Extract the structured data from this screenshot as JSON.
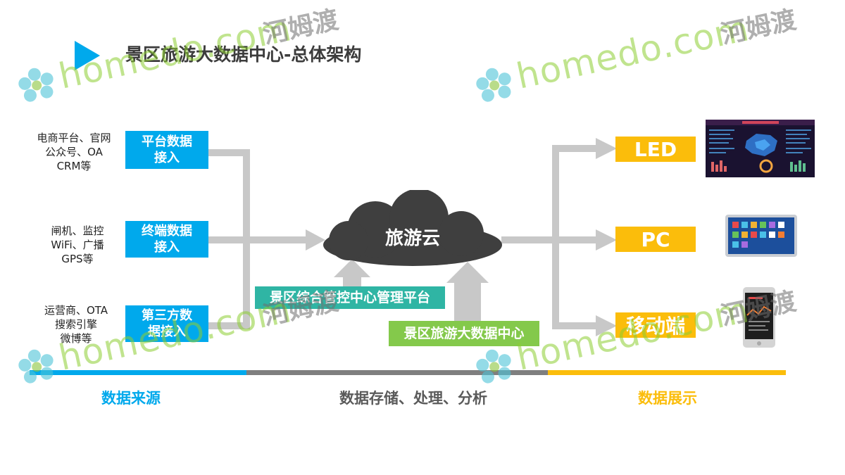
{
  "title": "景区旅游大数据中心-总体架构",
  "sources": [
    {
      "text": [
        "电商平台、官网",
        "公众号、OA",
        "CRM等"
      ],
      "box": [
        "平台数据",
        "接入"
      ]
    },
    {
      "text": [
        "闸机、监控",
        "WiFi、广播",
        "GPS等"
      ],
      "box": [
        "终端数据",
        "接入"
      ]
    },
    {
      "text": [
        "运营商、OTA",
        "搜索引擎",
        "微博等"
      ],
      "box": [
        "第三方数",
        "据接入"
      ]
    }
  ],
  "cloud_label": "旅游云",
  "platform_label": "景区综合管控中心管理平台",
  "center_label": "景区旅游大数据中心",
  "outputs": [
    "LED",
    "PC",
    "移动端"
  ],
  "bands": {
    "left": "数据来源",
    "middle": "数据存储、处理、分析",
    "right": "数据展示"
  },
  "colors": {
    "blue": "#00a9ec",
    "gray": "#7f7f7f",
    "yellow": "#fbbd0b",
    "teal": "#2fb5a4",
    "green": "#84c94b",
    "cloud": "#3f3f3f",
    "arrow": "#c8c8c8"
  },
  "watermark": {
    "domain": "homedo.com",
    "cn": "河姆渡"
  }
}
